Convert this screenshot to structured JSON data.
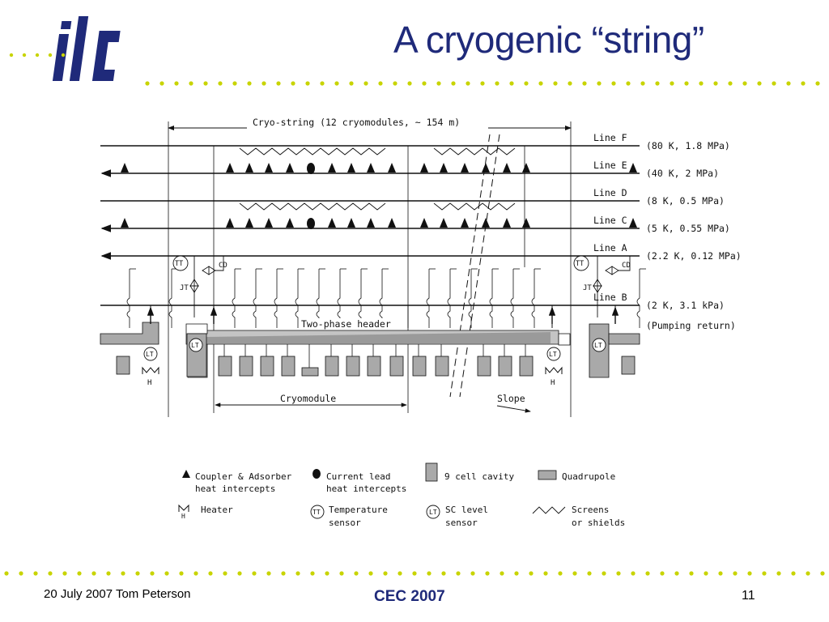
{
  "slide": {
    "logo_text": "ilc",
    "title": "A cryogenic “string”",
    "footer_date": "20 July 2007  Tom Peterson",
    "footer_center": "CEC 2007",
    "page_number": "11"
  },
  "diagram": {
    "string_label": "Cryo-string (12 cryomodules, ~ 154 m)",
    "lines": [
      {
        "name": "Line F",
        "conditions": "(80 K, 1.8 MPa)"
      },
      {
        "name": "Line E",
        "conditions": "(40 K, 2 MPa)"
      },
      {
        "name": "Line D",
        "conditions": "(8 K, 0.5 MPa)"
      },
      {
        "name": "Line C",
        "conditions": "(5 K, 0.55 MPa)"
      },
      {
        "name": "Line A",
        "conditions": "(2.2 K, 0.12 MPa)"
      },
      {
        "name": "Line B",
        "conditions": "(2 K, 3.1 kPa)",
        "extra": "(Pumping return)"
      }
    ],
    "two_phase_header": "Two-phase header",
    "cryomodule_label": "Cryomodule",
    "slope_label": "Slope",
    "tags": {
      "tt": "TT",
      "cd": "CD",
      "jt": "JT",
      "lt": "LT",
      "h": "H"
    }
  },
  "legend": {
    "items": [
      {
        "icon": "triangle-icon",
        "line1": "Coupler & Adsorber",
        "line2": "heat intercepts"
      },
      {
        "icon": "dot-icon",
        "line1": "Current lead",
        "line2": "heat intercepts"
      },
      {
        "icon": "cavity-icon",
        "line1": "9 cell cavity",
        "line2": ""
      },
      {
        "icon": "quadrupole-icon",
        "line1": "Quadrupole",
        "line2": ""
      },
      {
        "icon": "heater-icon",
        "line1": "Heater",
        "line2": ""
      },
      {
        "icon": "temperature-sensor-icon",
        "line1": "Temperature",
        "line2": "sensor"
      },
      {
        "icon": "level-sensor-icon",
        "line1": "SC level",
        "line2": "sensor"
      },
      {
        "icon": "screens-icon",
        "line1": "Screens",
        "line2": "or shields"
      }
    ]
  },
  "colors": {
    "title": "#1f2a7a",
    "dots": "#c8d400",
    "logo": "#1f2a7a",
    "component_fill": "#a9a9a9"
  }
}
